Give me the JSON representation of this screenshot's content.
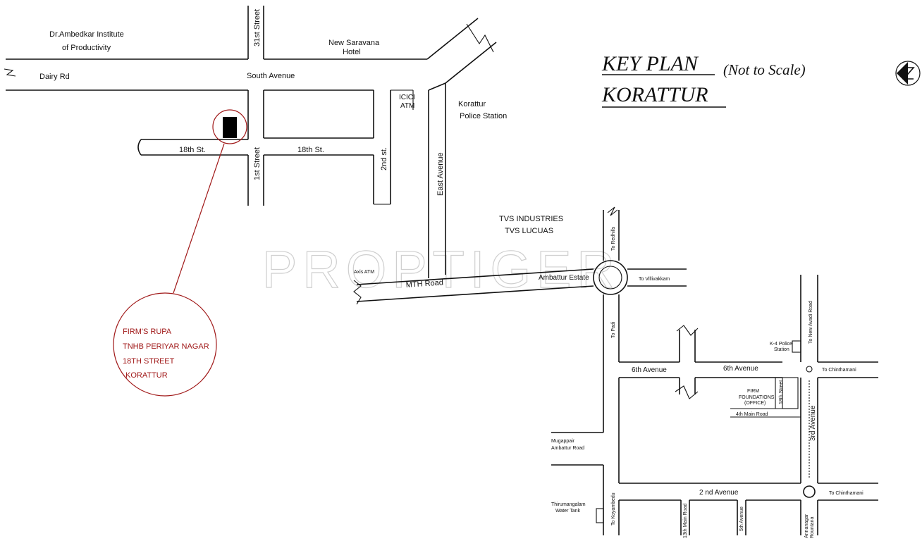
{
  "title": {
    "line1": "KEY PLAN",
    "note": "(Not to Scale)",
    "line2": "KORATTUR"
  },
  "watermark": "PROPTIGER",
  "north_icon": "north-arrow-icon",
  "colors": {
    "callout": "#a01818",
    "roads": "#111111",
    "watermark": "#cfcfcf"
  },
  "callout": {
    "lines": [
      "FIRM'S RUPA",
      "TNHB PERIYAR NAGAR",
      "18TH STREET",
      "KORATTUR"
    ]
  },
  "labels": {
    "ambedkar_1": "Dr.Ambedkar Institute",
    "ambedkar_2": "of Productivity",
    "dairy_rd": "Dairy Rd",
    "street_31": "31st Street",
    "south_avenue": "South Avenue",
    "saravana_1": "New Saravana",
    "saravana_2": "Hotel",
    "icici_1": "ICICI",
    "icici_2": "ATM",
    "korattur_ps_1": "Korattur",
    "korattur_ps_2": "Police Station",
    "st18_left": "18th St.",
    "st18_right": "18th St.",
    "street_1st": "1st Street",
    "st_2nd": "2nd st.",
    "east_avenue": "East Avenue",
    "tvs_1": "TVS INDUSTRIES",
    "tvs_2": "TVS LUCUAS",
    "axis_atm": "Axis ATM",
    "mth_road": "MTH Road",
    "ambattur_estate": "Ambattur Estate",
    "to_redhills": "To Redhills",
    "to_villivakkam": "To Villivakkam",
    "to_padi": "To Padi",
    "to_new_avadi": "To New Avadi Road",
    "k4_police_1": "K-4 Police",
    "k4_police_2": "Station",
    "to_chinthamani_1": "To Chinthamani",
    "sixth_avenue_left": "6th Avenue",
    "sixth_avenue_right": "6th Avenue",
    "firm_1": "FIRM",
    "firm_2": "FOUNDATIONS",
    "firm_3": "(OFFICE)",
    "street_18th_v": "18th Street",
    "fourth_main": "4th Main Road",
    "third_avenue": "3rd Avenue",
    "mugappair_1": "Mugappair",
    "mugappair_2": "Ambattur Road",
    "to_koyambedu": "To Koyambedu",
    "second_avenue": "2 nd Avenue",
    "to_chinthamani_2": "To Chinthamani",
    "thirumangalam_1": "Thirumangalam",
    "thirumangalam_2": "Water Tank",
    "main_13th": "13th Main Road",
    "fifth_avenue": "5th Avenue",
    "anna_1": "Annanagar",
    "anna_2": "Rountana"
  }
}
